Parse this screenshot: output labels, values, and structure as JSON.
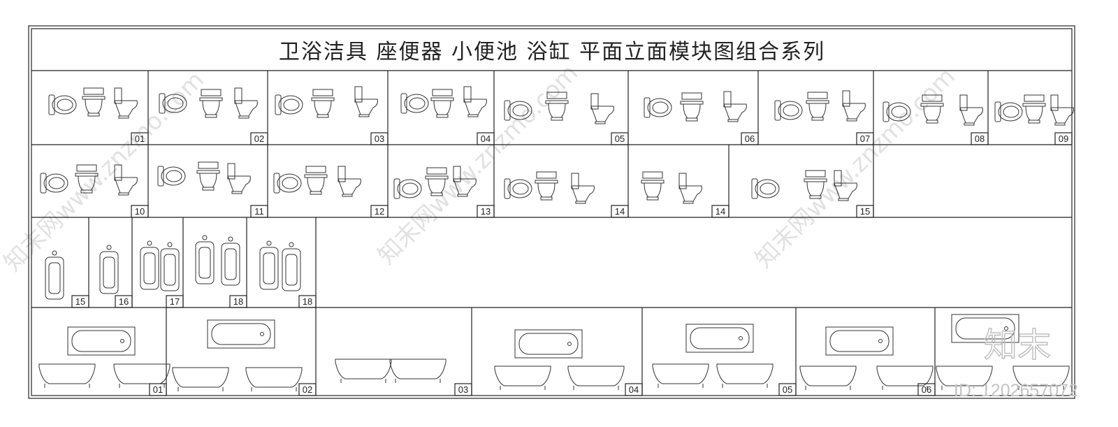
{
  "title": "卫浴洁具    座便器    小便池    浴缸    平面立面模块图组合系列",
  "row1_labels": [
    "01",
    "02",
    "03",
    "04",
    "05",
    "06",
    "07",
    "08",
    "09"
  ],
  "row2_labels": [
    "10",
    "11",
    "12",
    "13",
    "14",
    "14",
    "15"
  ],
  "row3_labels": [
    "15",
    "16",
    "17",
    "18",
    "18"
  ],
  "row4_labels": [
    "01",
    "02",
    "03",
    "04",
    "05",
    "06"
  ],
  "watermark": {
    "logo": "知末",
    "id_text": "ID: 1202657072",
    "diagonal": "知末网www.znzmo.com"
  }
}
